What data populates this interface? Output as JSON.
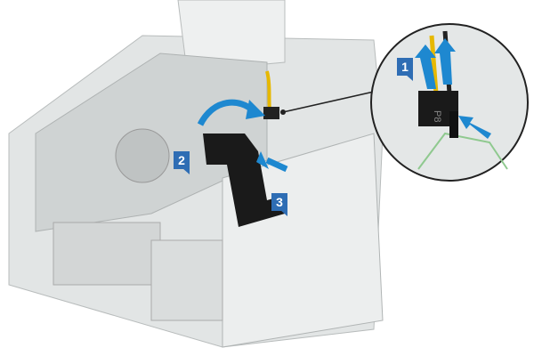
{
  "callouts": {
    "step1": "1",
    "step2": "2",
    "step3": "3"
  },
  "connector_label": "P8",
  "colors": {
    "arrow": "#1e88d0",
    "callout": "#2e6db4",
    "chassis": "#d9dcdc",
    "bracket": "#1a1a1a"
  }
}
